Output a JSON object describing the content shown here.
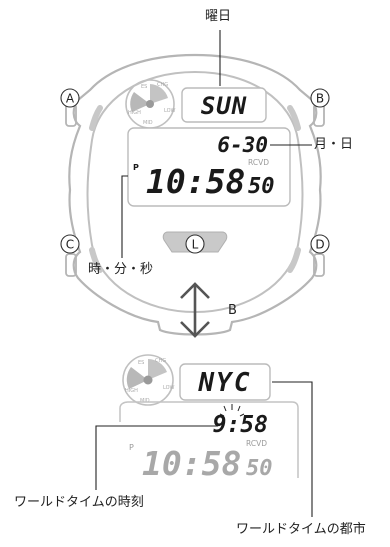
{
  "labels": {
    "day_of_week": "曜日",
    "month_day": "月・日",
    "hour_min_sec": "時・分・秒",
    "transition_button": "B",
    "world_time": "ワールドタイムの時刻",
    "world_city": "ワールドタイムの都市"
  },
  "watch_top": {
    "btn_a": "A",
    "btn_b": "B",
    "btn_c": "C",
    "btn_d": "D",
    "btn_l": "L",
    "day_display": "SUN",
    "date_display": "6-30",
    "time_display": "10:58",
    "seconds_display": "50",
    "pm_indicator": "P",
    "rcvd_indicator": "RCVD",
    "dial_marks": [
      "ES",
      "CHG",
      "LOW",
      "MID",
      "HIGH"
    ]
  },
  "watch_bottom": {
    "city_display": "NYC",
    "world_time_display": "9:58",
    "time_display": "10:58",
    "seconds_display": "50",
    "pm_indicator": "P",
    "rcvd_indicator": "RCVD",
    "dial_marks": [
      "ES",
      "CHG",
      "LOW",
      "MID",
      "HIGH"
    ]
  },
  "colors": {
    "outline": "#b5b5b5",
    "segment_active": "#1a1a1a",
    "segment_dim": "#9a9a9a",
    "lens": "#c8c8c8",
    "leader": "#222222"
  }
}
